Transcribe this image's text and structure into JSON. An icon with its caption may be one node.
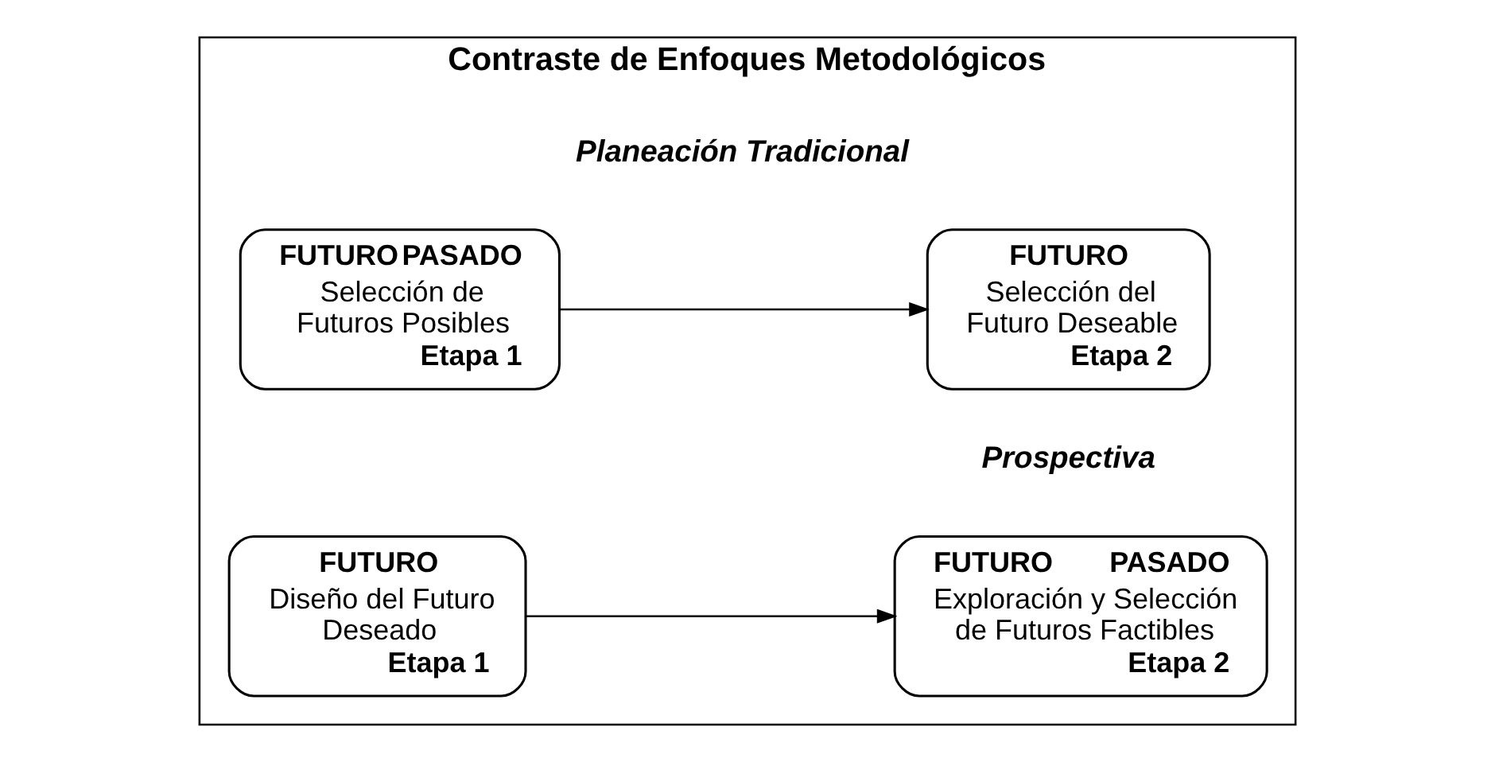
{
  "diagram": {
    "nodes": [
      {
        "text": [
          "Contraste de Enfoques Metodológicos"
        ]
      },
      {
        "text": [
          "FUTURO",
          "Selección del Futuro Deseable",
          "Etapa 2"
        ],
        "in": 0
      },
      {
        "text": [
          "FUTURO",
          "PASADO",
          "Selección de Futuros Posibles",
          "Etapa 1"
        ],
        "in": 0
      },
      {
        "text": [
          "FUTURO",
          "Diseño del Futuro Deseado",
          "Etapa 1"
        ],
        "in": 0
      },
      {
        "text": [
          "FUTURO",
          "PASADO",
          "Exploración y Selección de Futuros Factibles",
          "Etapa 2"
        ],
        "in": 0
      }
    ],
    "edges": [
      {
        "from": 2,
        "to": 1,
        "arrow": "to"
      },
      {
        "from": 3,
        "to": 4,
        "arrow": "to"
      }
    ],
    "labels": [
      "Planeación Tradicional",
      "Prospectiva"
    ]
  }
}
